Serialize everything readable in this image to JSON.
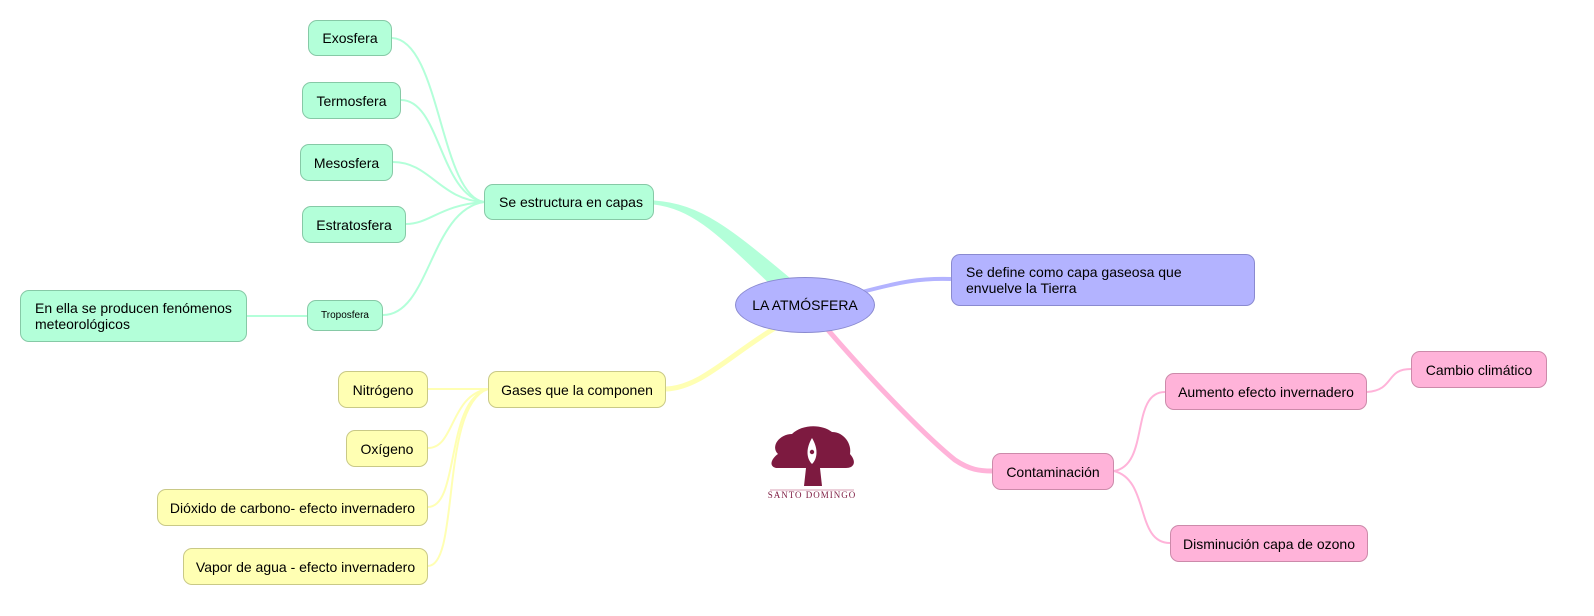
{
  "center": {
    "label": "LA ATMÓSFERA"
  },
  "branches": {
    "structure": {
      "label": "Se estructura en capas",
      "children": [
        "Exosfera",
        "Termosfera",
        "Mesosfera",
        "Estratosfera",
        "Troposfera"
      ],
      "troposfera_note": "En ella se producen fenómenos meteorológicos"
    },
    "definition": {
      "label": "Se define como capa gaseosa que envuelve la Tierra"
    },
    "gases": {
      "label": "Gases que la componen",
      "children": [
        "Nitrógeno",
        "Oxígeno",
        "Dióxido de carbono- efecto invernadero",
        "Vapor de agua - efecto invernadero"
      ]
    },
    "pollution": {
      "label": "Contaminación",
      "children": [
        "Aumento efecto invernadero",
        "Disminución capa de ozono"
      ],
      "greenhouse_effect": "Cambio climático"
    }
  },
  "logo": {
    "text": "SANTO DOMINGO"
  },
  "colors": {
    "green": "#b3ffd9",
    "yellow": "#ffffb3",
    "purple": "#b3b3ff",
    "pink": "#ffb3d9",
    "logo": "#7d1a40"
  }
}
